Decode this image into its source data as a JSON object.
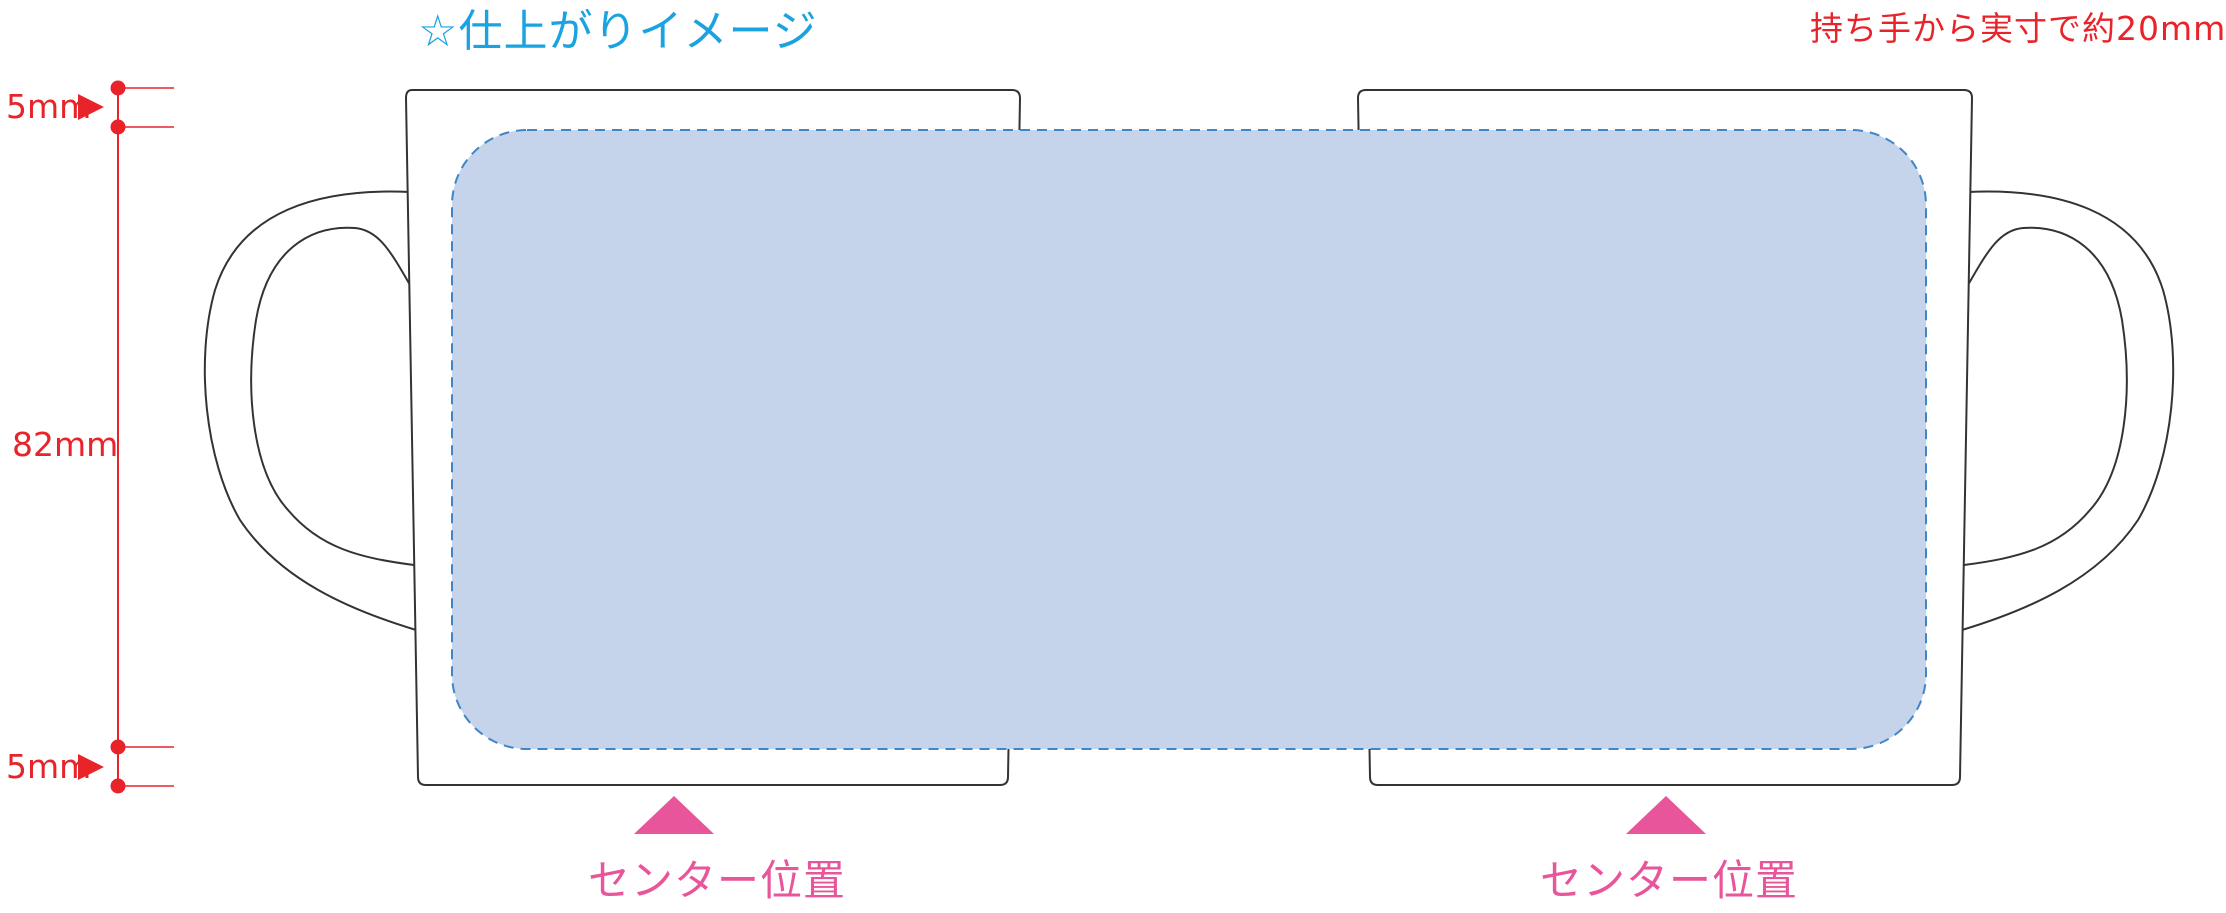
{
  "title": "☆仕上がりイメージ",
  "note": "持ち手から実寸で約20mm",
  "dimensions": {
    "top_margin": "5mm",
    "height": "82mm",
    "bottom_margin": "5mm"
  },
  "center_labels": [
    "センター位置",
    "センター位置"
  ],
  "colors": {
    "title": "#1aa3e0",
    "dimension": "#e8232a",
    "center_marker": "#e8559a",
    "print_area_fill": "#c5d4ea",
    "print_area_border": "#3f86c8",
    "mug_outline": "#333333"
  }
}
